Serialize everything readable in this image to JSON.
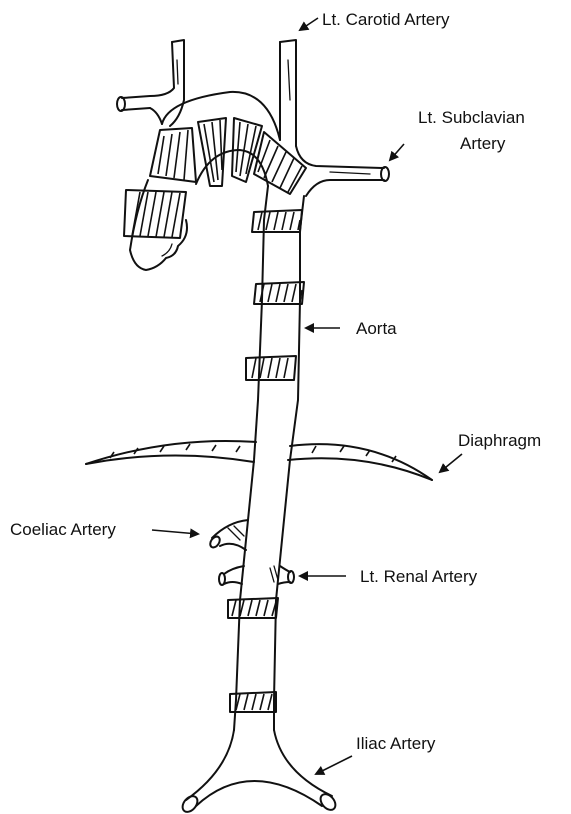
{
  "labels": {
    "carotid": "Lt. Carotid Artery",
    "subclavian_line1": "Lt. Subclavian",
    "subclavian_line2": "Artery",
    "aorta": "Aorta",
    "diaphragm": "Diaphragm",
    "coeliac": "Coeliac Artery",
    "renal": "Lt. Renal Artery",
    "iliac": "Iliac Artery"
  }
}
